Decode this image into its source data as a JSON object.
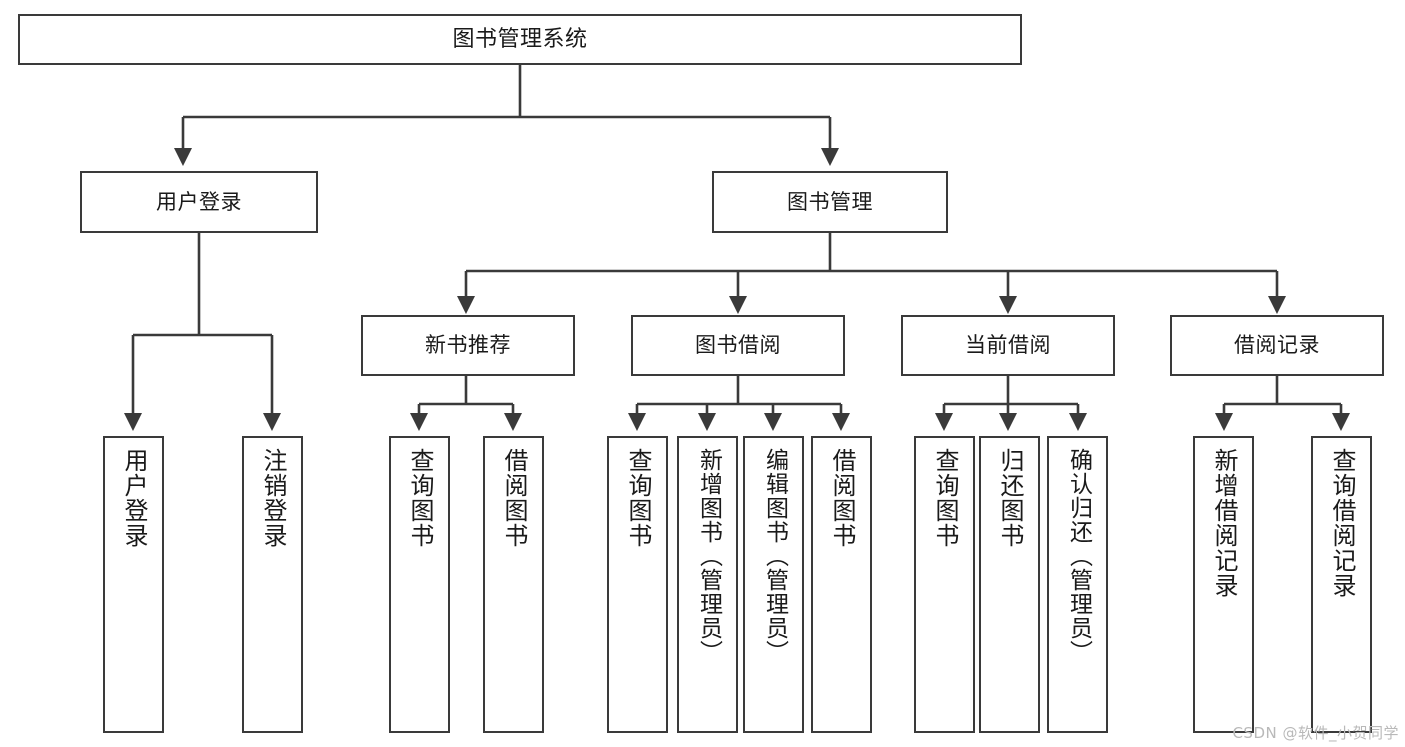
{
  "diagram": {
    "title": "图书管理系统",
    "type": "tree",
    "root": {
      "label": "图书管理系统"
    },
    "level2": [
      {
        "label": "用户登录"
      },
      {
        "label": "图书管理"
      }
    ],
    "level3": [
      {
        "label": "新书推荐"
      },
      {
        "label": "图书借阅"
      },
      {
        "label": "当前借阅"
      },
      {
        "label": "借阅记录"
      }
    ],
    "leaves": {
      "user_login": [
        {
          "label": "用户登录"
        },
        {
          "label": "注销登录"
        }
      ],
      "new_book_recommend": [
        {
          "label": "查询图书"
        },
        {
          "label": "借阅图书"
        }
      ],
      "book_borrow": [
        {
          "label": "查询图书"
        },
        {
          "label": "新增图书（管理员）"
        },
        {
          "label": "编辑图书（管理员）"
        },
        {
          "label": "借阅图书"
        }
      ],
      "current_borrow": [
        {
          "label": "查询图书"
        },
        {
          "label": "归还图书"
        },
        {
          "label": "确认归还（管理员）"
        }
      ],
      "borrow_record": [
        {
          "label": "新增借阅记录"
        },
        {
          "label": "查询借阅记录"
        }
      ]
    }
  },
  "watermark": {
    "text": "CSDN @软件_小贺同学"
  },
  "colors": {
    "stroke": "#3a3a3a",
    "background": "#ffffff",
    "text": "#1a1a1a",
    "watermark": "#b9b9b9"
  }
}
